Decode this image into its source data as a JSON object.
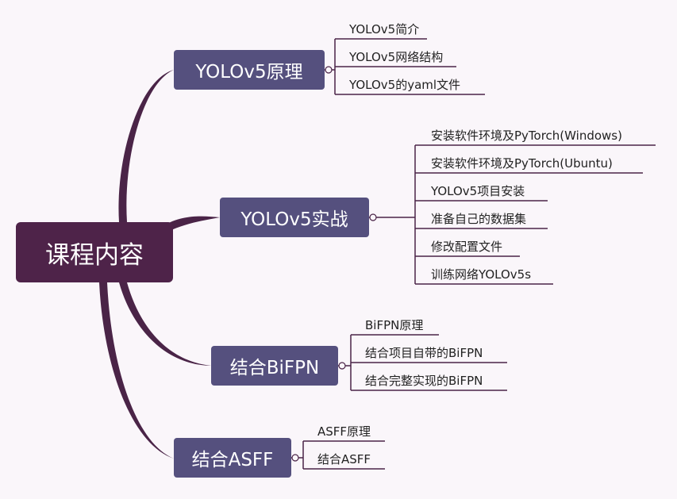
{
  "root": {
    "label": "课程内容"
  },
  "branches": [
    {
      "label": "YOLOv5原理",
      "children": [
        "YOLOv5简介",
        "YOLOv5网络结构",
        "YOLOv5的yaml文件"
      ]
    },
    {
      "label": "YOLOv5实战",
      "children": [
        "安装软件环境及PyTorch(Windows)",
        "安装软件环境及PyTorch(Ubuntu)",
        "YOLOv5项目安装",
        "准备自己的数据集",
        "修改配置文件",
        "训练网络YOLOv5s"
      ]
    },
    {
      "label": "结合BiFPN",
      "children": [
        "BiFPN原理",
        "结合项目自带的BiFPN",
        "结合完整实现的BiFPN"
      ]
    },
    {
      "label": "结合ASFF",
      "children": [
        "ASFF原理",
        "结合ASFF"
      ]
    }
  ],
  "colors": {
    "root": "#4e2349",
    "topic": "#55507e",
    "line": "#4a2447",
    "background": "#faf6fa"
  }
}
